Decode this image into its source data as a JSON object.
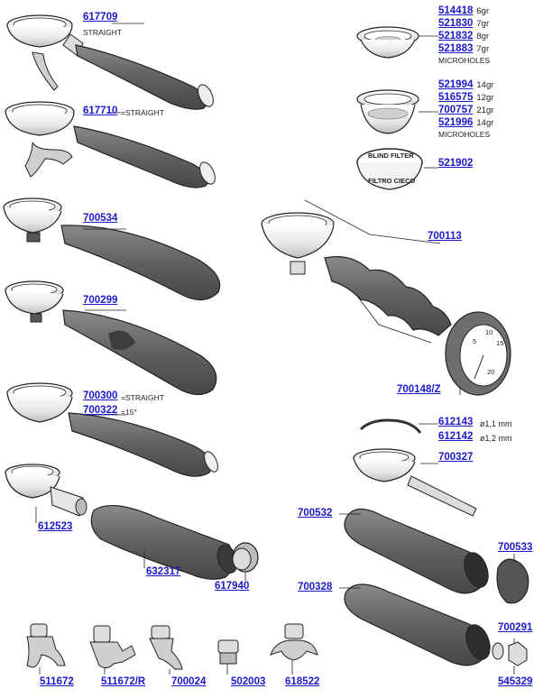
{
  "parts": {
    "p617709": {
      "code": "617709",
      "note": "STRAIGHT"
    },
    "p617710": {
      "code": "617710",
      "note": "=STRAIGHT"
    },
    "p700534": {
      "code": "700534"
    },
    "p700299": {
      "code": "700299"
    },
    "p700300": {
      "code": "700300",
      "note": "=STRAIGHT"
    },
    "p700322": {
      "code": "700322",
      "note": "=15°"
    },
    "p612523": {
      "code": "612523"
    },
    "p632317": {
      "code": "632317"
    },
    "p617940": {
      "code": "617940"
    },
    "p511672": {
      "code": "511672"
    },
    "p511672r": {
      "code": "511672/R"
    },
    "p700024": {
      "code": "700024"
    },
    "p502003": {
      "code": "502003"
    },
    "p618522": {
      "code": "618522"
    },
    "p700113": {
      "code": "700113"
    },
    "p700148z": {
      "code": "700148/Z"
    },
    "p612143": {
      "code": "612143",
      "note": "ø1,1 mm"
    },
    "p612142": {
      "code": "612142",
      "note": "ø1,2 mm"
    },
    "p700327": {
      "code": "700327"
    },
    "p700532": {
      "code": "700532"
    },
    "p700533": {
      "code": "700533"
    },
    "p700328": {
      "code": "700328"
    },
    "p700291": {
      "code": "700291"
    },
    "p545329": {
      "code": "545329"
    },
    "p521902": {
      "code": "521902"
    }
  },
  "filters_single": [
    {
      "code": "514418",
      "note": "6gr"
    },
    {
      "code": "521830",
      "note": "7gr"
    },
    {
      "code": "521832",
      "note": "8gr"
    },
    {
      "code": "521883",
      "note": "7gr"
    }
  ],
  "filters_single_note": "MICROHOLES",
  "filters_double": [
    {
      "code": "521994",
      "note": "14gr"
    },
    {
      "code": "516575",
      "note": "12gr"
    },
    {
      "code": "700757",
      "note": "21gr"
    },
    {
      "code": "521996",
      "note": "14gr"
    }
  ],
  "filters_double_note": "MICROHOLES",
  "blind_filter": {
    "line1": "BLIND FILTER",
    "line2": "FILTRO CIECO"
  },
  "gauge": {
    "ticks": [
      "5",
      "10",
      "15",
      "20"
    ]
  },
  "colors": {
    "link": "#1a1acc",
    "handle": "#6a6a6a",
    "handle_dark": "#4a4a4a"
  }
}
